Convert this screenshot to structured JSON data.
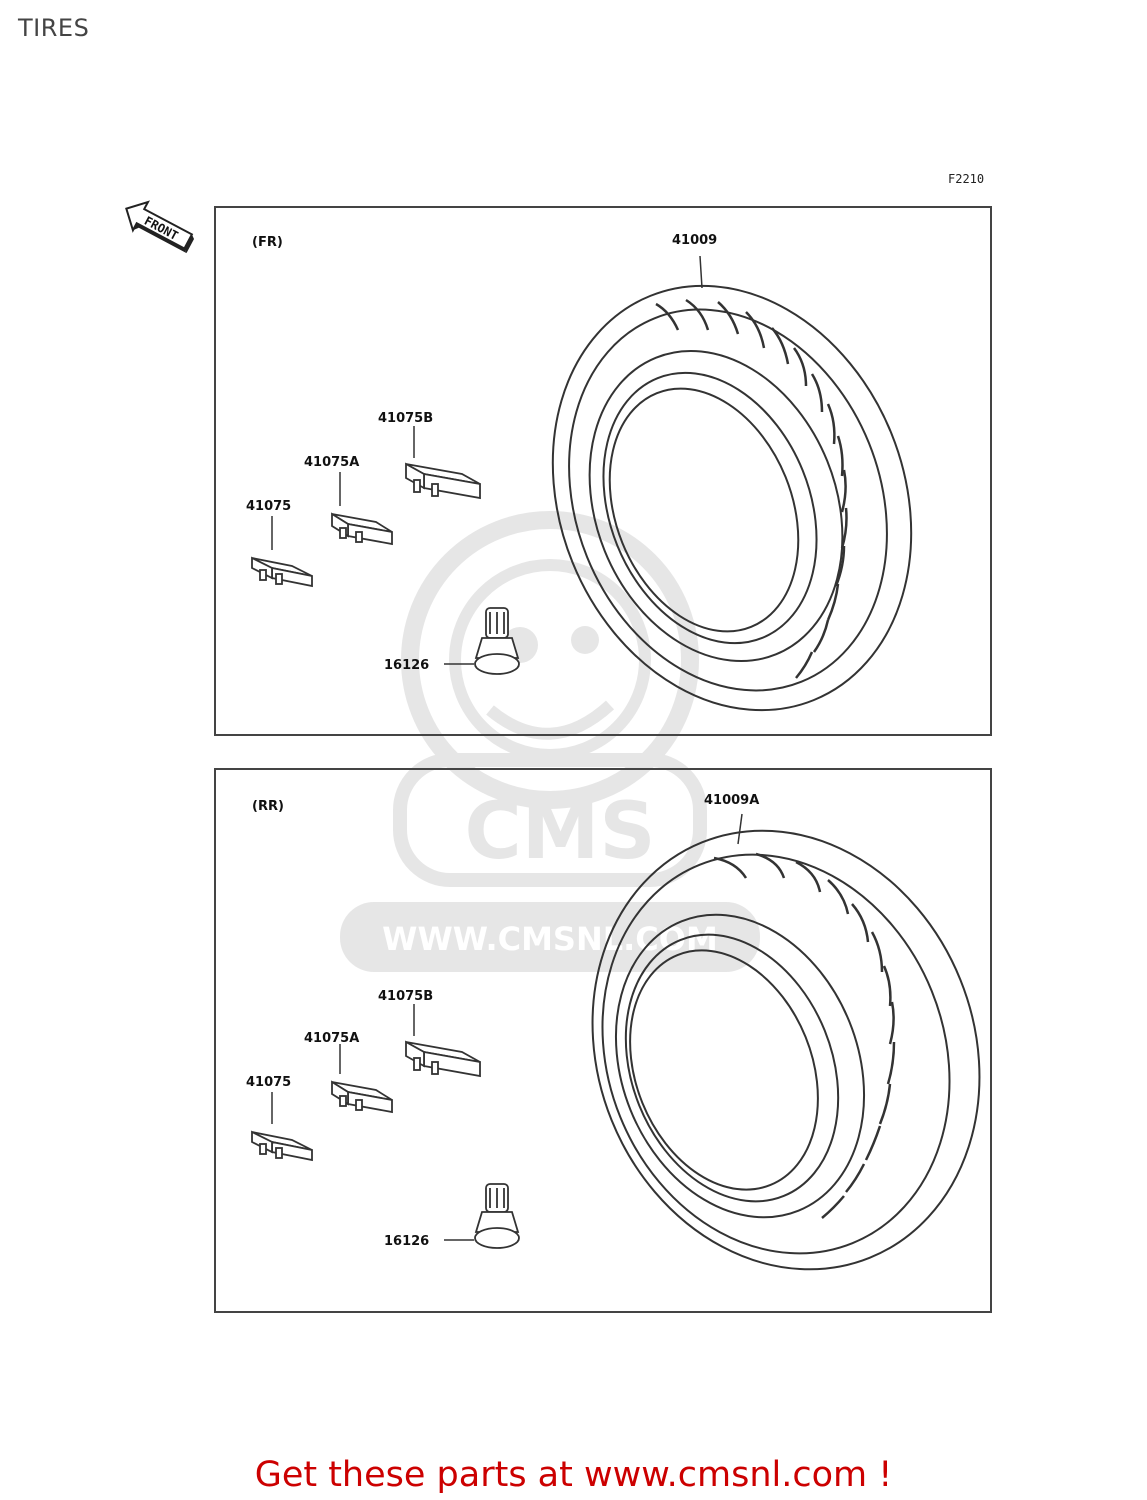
{
  "page": {
    "title": "TIRES",
    "figure_code": "F2210",
    "direction_label": "FRONT"
  },
  "front_panel": {
    "section_label": "(FR)",
    "tire_part": "41009",
    "weights": [
      "41075",
      "41075A",
      "41075B"
    ],
    "valve_part": "16126"
  },
  "rear_panel": {
    "section_label": "(RR)",
    "tire_part": "41009A",
    "weights": [
      "41075",
      "41075A",
      "41075B"
    ],
    "valve_part": "16126"
  },
  "watermark": {
    "brand": "CMS",
    "url": "WWW.CMSNL.COM"
  },
  "footer": {
    "cta_text": "Get these parts at www.cmsnl.com !"
  },
  "colors": {
    "cta": "#cc0000",
    "line": "#444444",
    "watermark": "#999999"
  }
}
